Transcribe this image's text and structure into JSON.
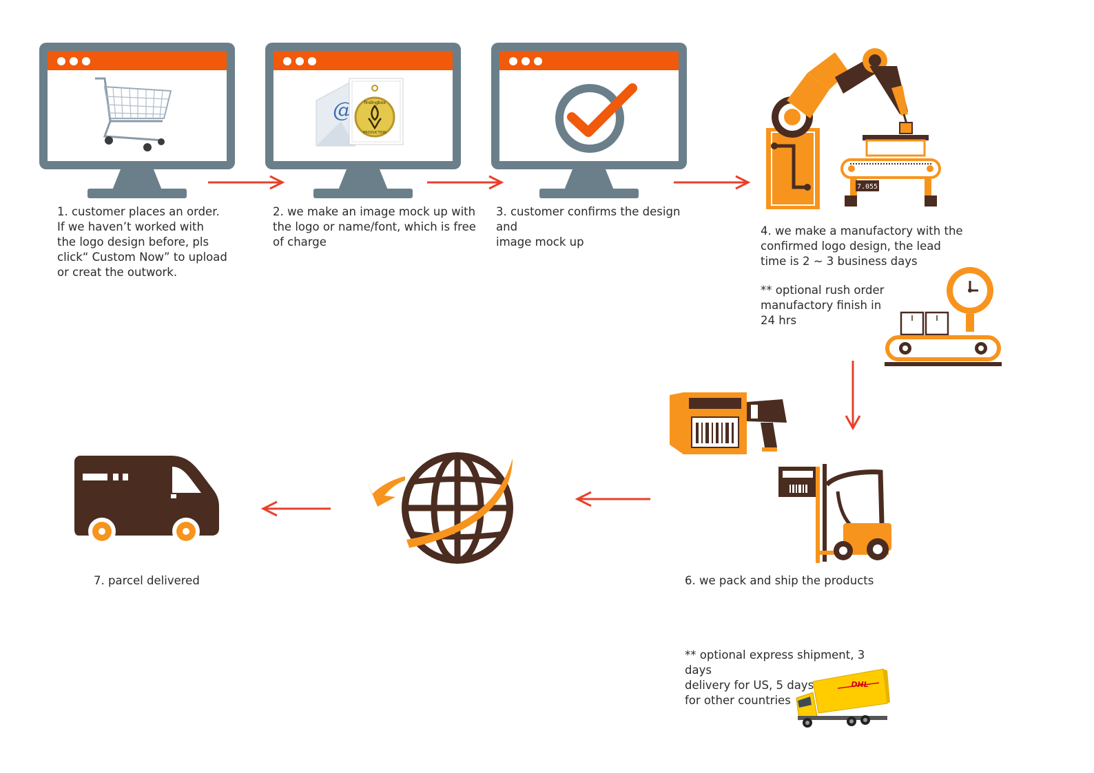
{
  "colors": {
    "orange": "#f05a0a",
    "amber": "#f7941d",
    "brown": "#4b2c20",
    "monitor_gray": "#6b7f8a",
    "arrow_red": "#e8402a",
    "dhl_yellow": "#ffcc00",
    "dhl_red": "#d40511"
  },
  "steps": [
    {
      "id": 1,
      "caption": "1. customer places an order.\nIf we haven’t worked with\nthe logo design before, pls\nclick“ Custom Now” to upload\nor creat the outwork.",
      "icon": "shopping-cart-icon"
    },
    {
      "id": 2,
      "caption": "2. we make an image mock up with\nthe logo or name/font, which is free\nof charge",
      "icon": "email-mockup-icon",
      "pendant_text": "findingbox",
      "pendant_subtext": "PRODUCTION"
    },
    {
      "id": 3,
      "caption": "3. customer confirms the design and\nimage mock up",
      "icon": "checkmark-icon"
    },
    {
      "id": 4,
      "caption": "4. we make a manufactory with the\nconfirmed logo design, the lead\ntime is 2 ~ 3 business days",
      "icon": "robot-arm-icon",
      "scale_readout": "7.055"
    },
    {
      "id": 5,
      "caption": "** optional rush order\nmanufactory finish in\n24 hrs",
      "icon": "conveyor-clock-icon"
    },
    {
      "id": 6,
      "caption": "6. we pack and ship the products",
      "icon": "forklift-icon"
    },
    {
      "id": 7,
      "caption": "** optional express shipment, 3 days\ndelivery for US, 5 days\nfor other countries",
      "icon": "dhl-truck-icon",
      "truck_logo": "DHL"
    },
    {
      "id": 8,
      "caption": "",
      "icon": "globe-icon"
    },
    {
      "id": 9,
      "caption": "7. parcel delivered",
      "icon": "delivery-van-icon"
    }
  ]
}
